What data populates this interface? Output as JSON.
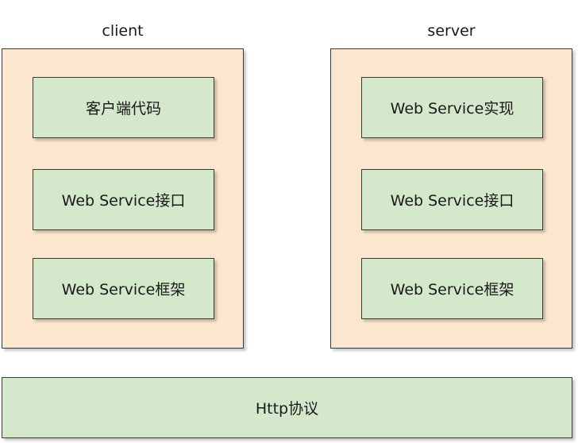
{
  "client": {
    "title": "client",
    "boxes": [
      "客户端代码",
      "Web Service接口",
      "Web Service框架"
    ]
  },
  "server": {
    "title": "server",
    "boxes": [
      "Web Service实现",
      "Web Service接口",
      "Web Service框架"
    ]
  },
  "protocol": {
    "label": "Http协议"
  },
  "colors": {
    "panel_fill": "#fbe6cf",
    "box_fill": "#d4e8cb",
    "border": "#3a3a3a"
  }
}
